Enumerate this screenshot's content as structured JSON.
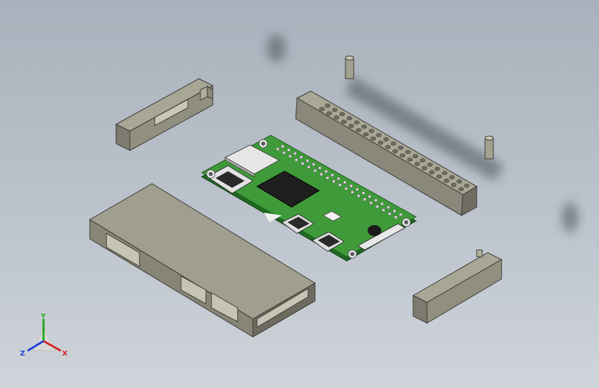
{
  "viewport": {
    "background_top": "#a9b1bc",
    "background_bottom": "#cfd4da"
  },
  "colors": {
    "case_top": "#9c9a8a",
    "case_side": "#7f7d70",
    "case_dark": "#4e4c44",
    "pcb_green": "#3f9b3a",
    "pcb_edge": "#1f6a1f",
    "chip": "#1e1e1e",
    "silver": "#d9d9d9",
    "header_pin": "#c8c8c8",
    "shadow": "#5b6169"
  },
  "parts": [
    {
      "id": "end-cap-left",
      "icon": "end-cap-icon"
    },
    {
      "id": "gpio-header",
      "icon": "header-icon"
    },
    {
      "id": "pcb-board",
      "icon": "pcb-icon"
    },
    {
      "id": "case-base",
      "icon": "case-base-icon"
    },
    {
      "id": "end-cap-right",
      "icon": "end-cap-icon"
    },
    {
      "id": "standoff-pin",
      "icon": "pin-icon"
    }
  ],
  "triad": {
    "x_label": "X",
    "y_label": "Y",
    "z_label": "Z",
    "x_color": "#d42020",
    "y_color": "#22a522",
    "z_color": "#2040d8"
  }
}
